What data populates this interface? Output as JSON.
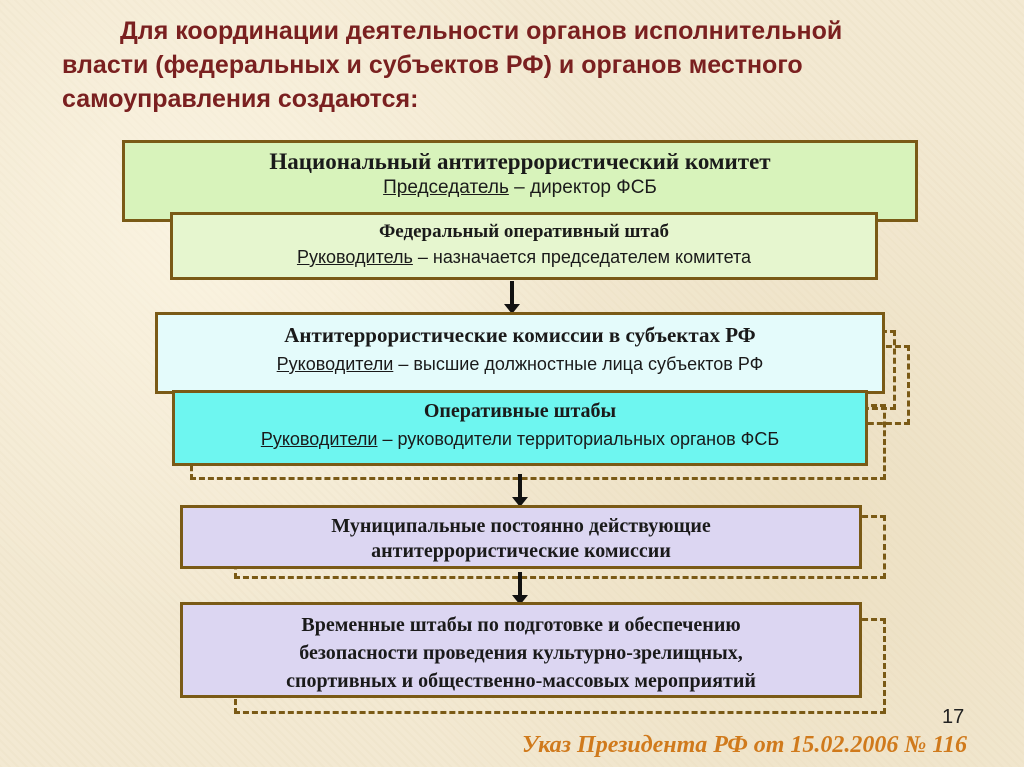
{
  "title": {
    "line1": "Для координации деятельности органов исполнительной",
    "line2": "власти (федеральных и субъектов РФ) и органов местного",
    "line3": "самоуправления создаются:"
  },
  "nac_committee": {
    "head": "Национальный антитеррористический комитет",
    "sub_role": "Председатель",
    "sub_rest": " – директор ФСБ"
  },
  "fed_staff": {
    "head": "Федеральный оперативный штаб",
    "sub_role": "Руководитель",
    "sub_rest": " – назначается председателем комитета"
  },
  "regional_commissions": {
    "head": "Антитеррористические комиссии в субъектах РФ",
    "sub_role": "Руководители",
    "sub_rest": " – высшие должностные лица  субъектов РФ"
  },
  "operational_staffs": {
    "head": "Оперативные штабы",
    "sub_role": "Руководители",
    "sub_rest": " – руководители территориальных органов ФСБ"
  },
  "municipal": {
    "line1": "Муниципальные постоянно действующие",
    "line2": "антитеррористические комиссии"
  },
  "temporary": {
    "line1": "Временные штабы по подготовке и обеспечению",
    "line2": "безопасности проведения культурно-зрелищных,",
    "line3": "спортивных и общественно-массовых мероприятий"
  },
  "page_number": "17",
  "footer": "Указ Президента РФ от 15.02.2006 № 116",
  "colors": {
    "title": "#7a2020",
    "border": "#7a5a16",
    "green": "#d6f2b8",
    "green_light": "#e7f7cf",
    "cyan_light": "#e2fafa",
    "cyan": "#66f5f0",
    "lavender": "#dcd6f2",
    "footer": "#d07a1c"
  }
}
